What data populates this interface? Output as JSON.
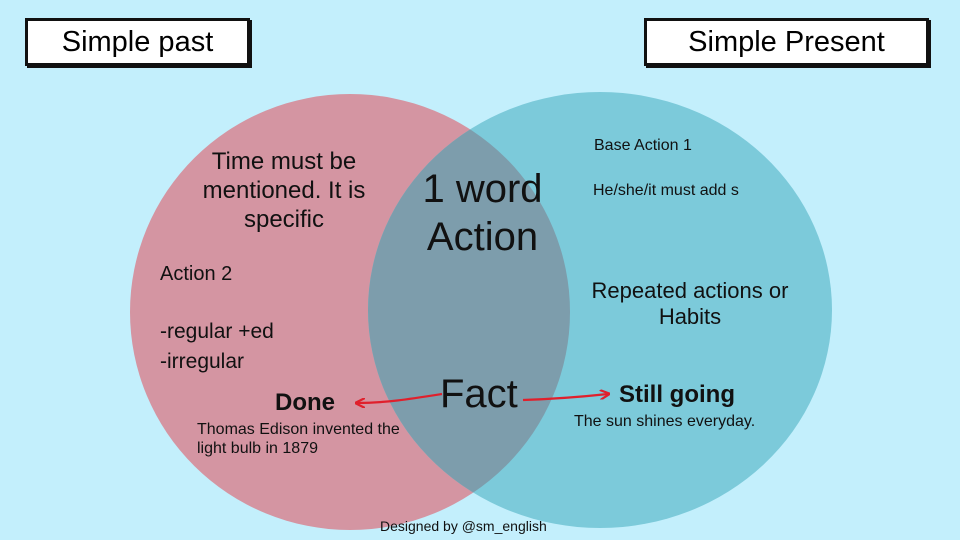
{
  "headings": {
    "left": "Simple past",
    "right": "Simple Present"
  },
  "overlap": {
    "top": "1 word Action",
    "bottom": "Fact"
  },
  "left_circle": {
    "time_note": "Time must be mentioned. It is specific",
    "action_label": "Action 2",
    "regular": "-regular +ed",
    "irregular": "-irregular",
    "outcome": "Done",
    "example": "Thomas Edison invented the light bulb in 1879"
  },
  "right_circle": {
    "base_action": "Base Action 1",
    "third_person_rule": "He/she/it must add s",
    "repeated": "Repeated actions or Habits",
    "outcome": "Still going",
    "example": "The sun shines everyday."
  },
  "credit": "Designed by @sm_english",
  "colors": {
    "background": "#c3effc",
    "left_circle": "#d495a2",
    "right_circle": "#7ccada",
    "overlap": "#7d9dac",
    "arrow": "#e0202c"
  }
}
